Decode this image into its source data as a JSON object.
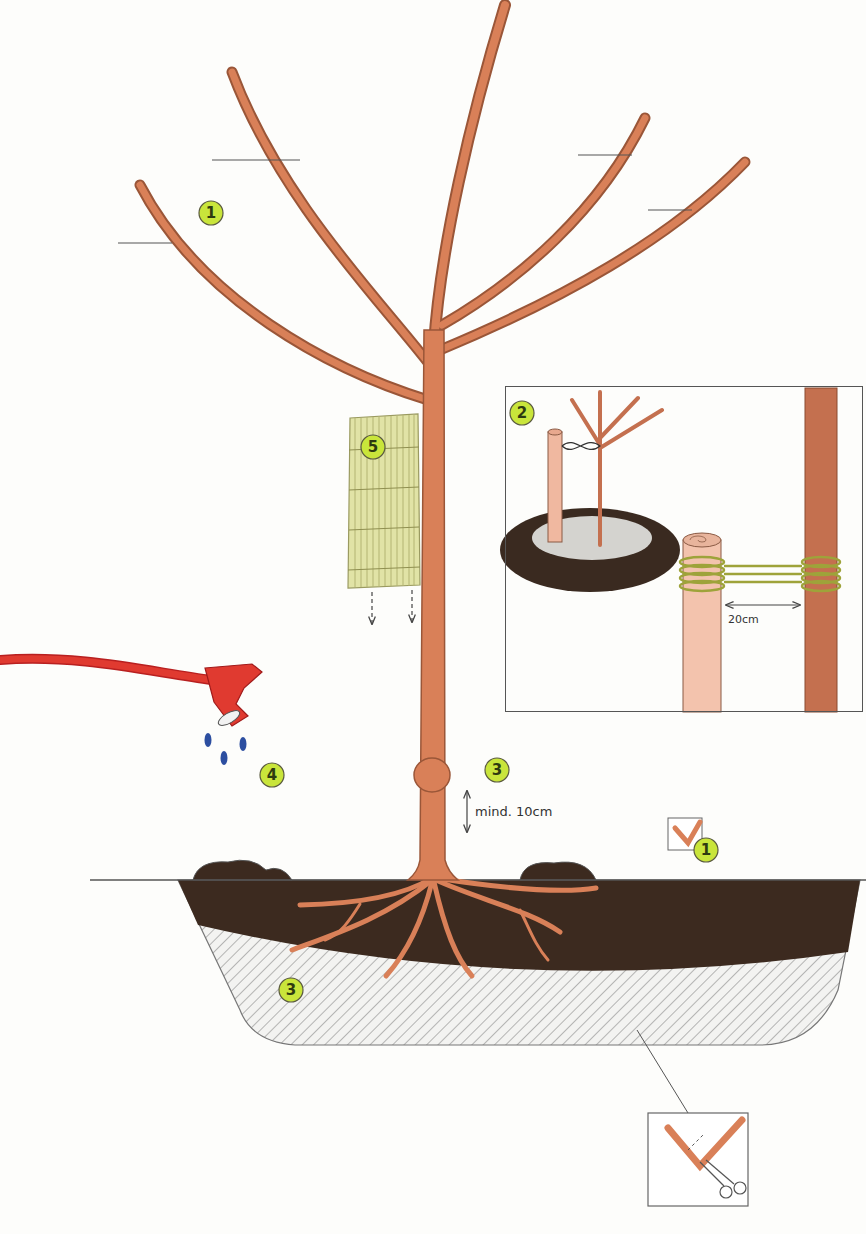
{
  "diagram": {
    "nodes": [
      {
        "text": [
          "1"
        ]
      },
      {
        "text": [
          "20cm"
        ]
      },
      {
        "text": [
          "2"
        ],
        "in": 1
      },
      {
        "text": [
          "5"
        ]
      },
      {
        "text": [
          "4"
        ]
      },
      {
        "text": [
          "3"
        ]
      },
      {
        "text": [
          "1"
        ]
      },
      {
        "text": [
          "3"
        ]
      }
    ],
    "labels": [
      "mind. 10cm"
    ]
  }
}
